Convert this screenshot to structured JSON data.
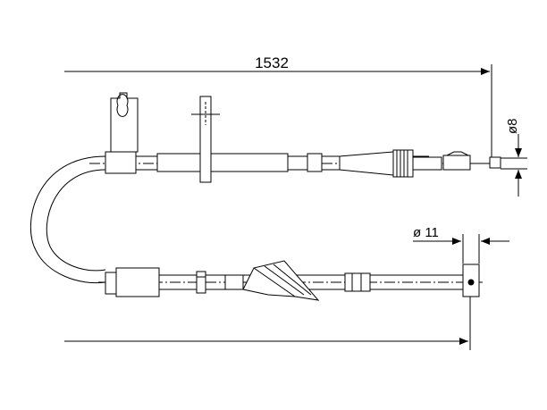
{
  "drawing": {
    "total_length": "1532",
    "end_diameter": "ø8",
    "eye_diameter": "ø 11"
  },
  "colors": {
    "line": "#000000",
    "background": "#ffffff"
  }
}
